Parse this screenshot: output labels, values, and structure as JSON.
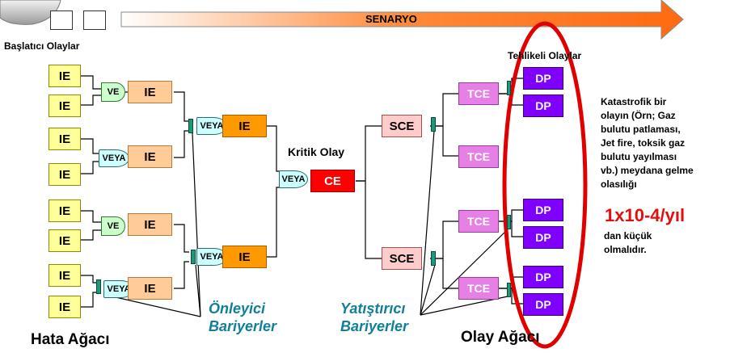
{
  "arrow_label": "SENARYO",
  "initiating_events_label": "Başlatıcı Olaylar",
  "hazardous_events_label": "Tehlikeli Olaylar",
  "critical_event_label": "Kritik Olay",
  "preventive_barriers_label": [
    "Önleyici",
    "Bariyerler"
  ],
  "mitigating_barriers_label": [
    "Yatıştırıcı",
    "Bariyerler"
  ],
  "fault_tree_label": "Hata Ağacı",
  "event_tree_label": "Olay Ağacı",
  "note_lines": [
    "Katastrofik bir",
    "olayın (Örn; Gaz",
    "bulutu patlaması,",
    "Jet fire, toksik gaz",
    "bulutu yayılması",
    "vb.) meydana gelme",
    "olasılığı"
  ],
  "frequency": "1x10-4/yıl",
  "note_after": [
    "dan küçük",
    "olmalıdır."
  ],
  "nodes": {
    "ie": "IE",
    "ce": "CE",
    "sce": "SCE",
    "tce": "TCE",
    "dp": "DP"
  },
  "gates": {
    "and": "VE",
    "or": "VEYA",
    "or_cut": "VEYA"
  },
  "colors": {
    "ie_input": "#ffff99",
    "ie_intermediate": "#ffcc99",
    "ie_top": "#ff9900",
    "ce": "#ff0000",
    "sce": "#ffcccc",
    "tce": "#e680e6",
    "dp": "#8000ff",
    "barrier": "#1a9a7a",
    "barrier_text": "#117f9a",
    "frequency_text": "#e01010",
    "ellipse": "#e00000"
  }
}
